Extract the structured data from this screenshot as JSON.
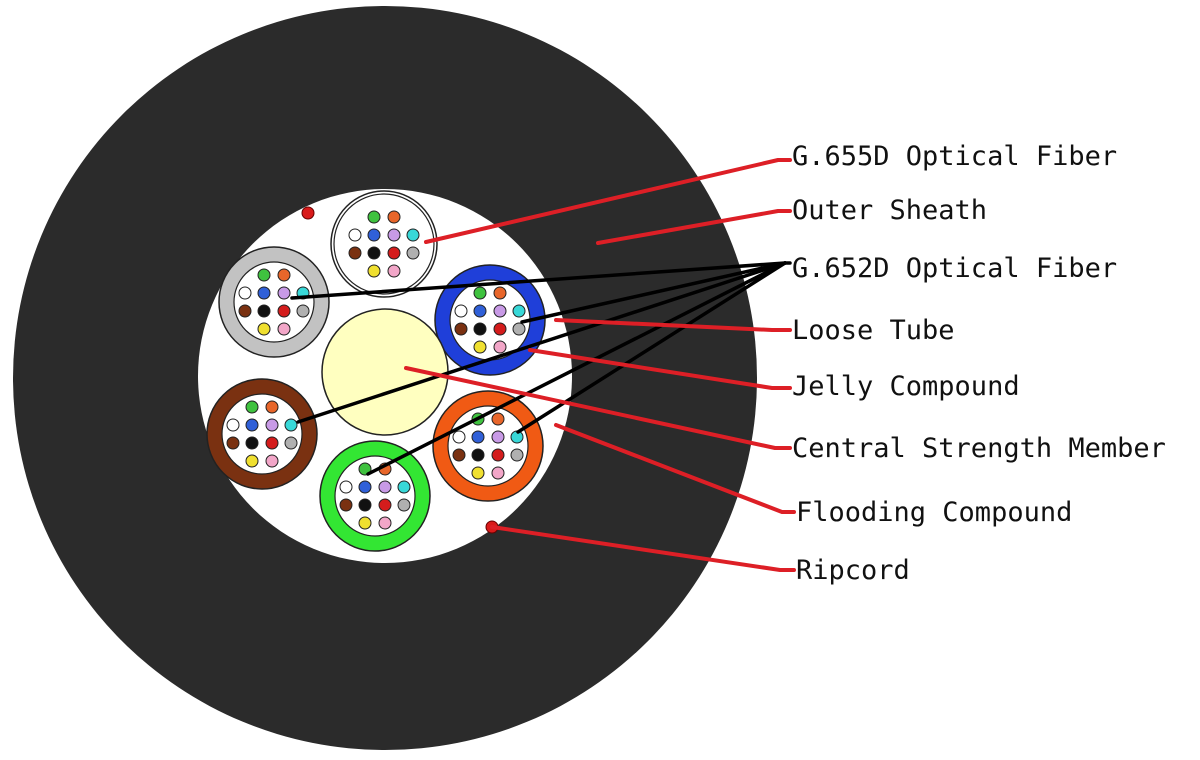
{
  "labels": {
    "g655d": "G.655D Optical Fiber",
    "outer_sheath": "Outer Sheath",
    "g652d": "G.652D Optical Fiber",
    "loose_tube": "Loose Tube",
    "jelly_compound": "Jelly Compound",
    "central_strength_member": "Central Strength Member",
    "flooding_compound": "Flooding Compound",
    "ripcord": "Ripcord"
  },
  "colors": {
    "sheath": "#2b2b2b",
    "core": "#ffffff",
    "leader_red": "#dd1f26",
    "leader_black": "#000000",
    "central_member": "#ffffc0",
    "ripcord": "#d91a1a"
  },
  "tube_colors": {
    "g655d_tube": "#ffffff",
    "gray_tube": "#c2c2c2",
    "blue_tube": "#1f3fd9",
    "brown_tube": "#7a3111",
    "orange_tube": "#f05a14",
    "green_tube": "#33e633"
  },
  "fiber_colors": [
    "#3fc23f",
    "#e8662a",
    "#ffffff",
    "#3060d8",
    "#c89ae6",
    "#38d8d8",
    "#7a3111",
    "#111111",
    "#d41c1c",
    "#b0b0b0",
    "#f0e030",
    "#f2a6c8"
  ]
}
